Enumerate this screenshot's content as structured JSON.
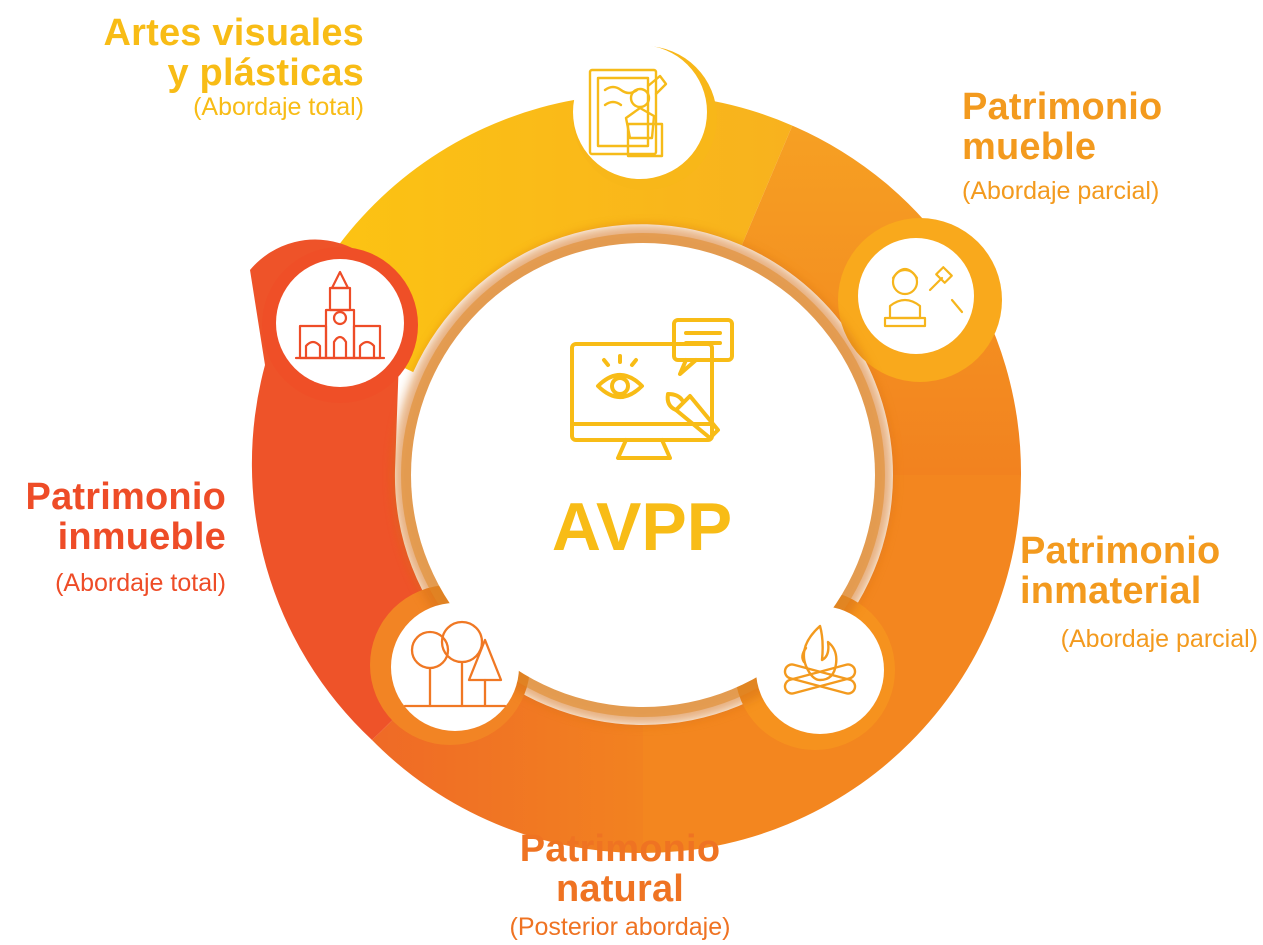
{
  "center": {
    "label": "AVPP",
    "icon": "monitor-eye-brush-icon"
  },
  "colors": {
    "yellow": "#FBC011",
    "light_orange": "#F7A824",
    "orange": "#F3881F",
    "dark_orange": "#F07824",
    "red": "#EE5329",
    "title_yellow": "#F8BC16",
    "title_orange": "#F39A1E",
    "title_red": "#EE4C27",
    "title_dark_orange": "#EF7322"
  },
  "segments": [
    {
      "title_line1": "Artes visuales",
      "title_line2": "y plásticas",
      "subtitle": "(Abordaje total)",
      "icon": "painting-artist-icon"
    },
    {
      "title_line1": "Patrimonio",
      "title_line2": "mueble",
      "subtitle": "(Abordaje parcial)",
      "icon": "sculpture-bust-icon"
    },
    {
      "title_line1": "Patrimonio",
      "title_line2": "inmaterial",
      "subtitle": "(Abordaje parcial)",
      "icon": "campfire-icon"
    },
    {
      "title_line1": "Patrimonio",
      "title_line2": "natural",
      "subtitle": "(Posterior abordaje)",
      "icon": "forest-trees-icon"
    },
    {
      "title_line1": "Patrimonio",
      "title_line2": "inmueble",
      "subtitle": "(Abordaje total)",
      "icon": "clock-tower-church-icon"
    }
  ]
}
